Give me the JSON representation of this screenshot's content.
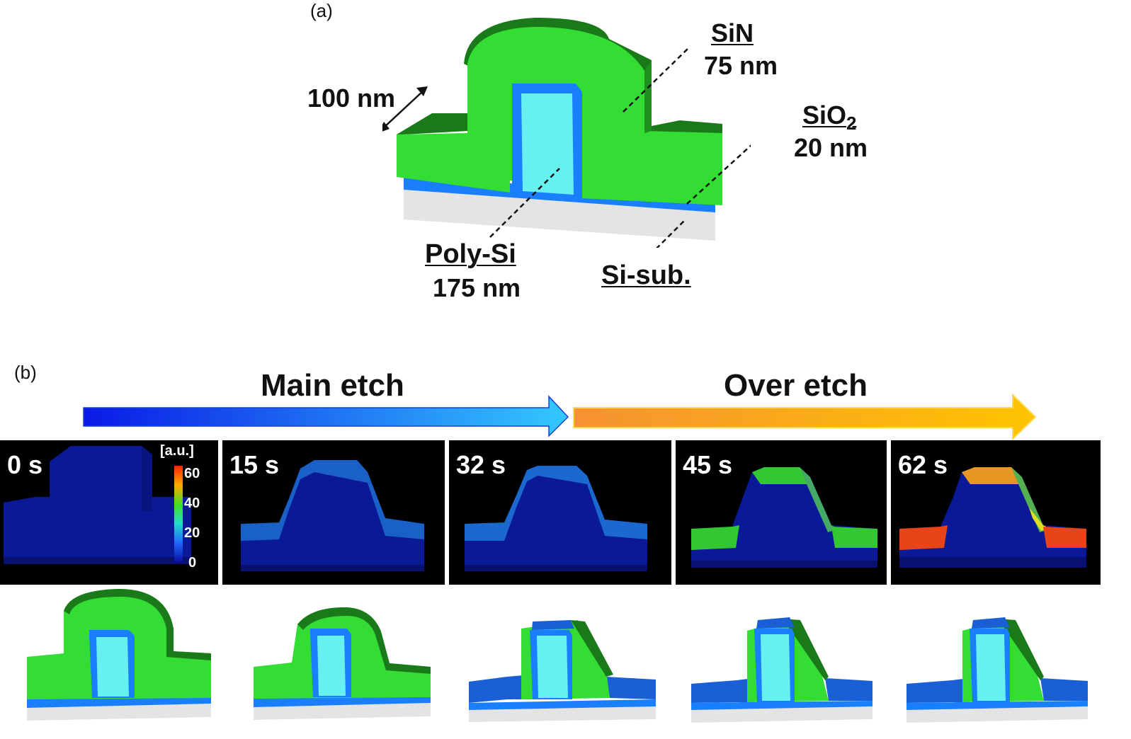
{
  "panel_a": {
    "letter": "(a)",
    "dimension": "100 nm",
    "layers": {
      "sin": {
        "name": "SiN",
        "thickness": "75 nm"
      },
      "sio2": {
        "name_main": "SiO",
        "name_sub": "2",
        "thickness": "20 nm"
      },
      "poly": {
        "name": "Poly-Si",
        "thickness": "175 nm"
      },
      "sub": {
        "name": "Si-sub."
      }
    }
  },
  "panel_b": {
    "letter": "(b)",
    "arrows": {
      "main": "Main etch",
      "over": "Over etch"
    },
    "colorbar": {
      "unit": "[a.u.]",
      "ticks": [
        "60",
        "40",
        "20",
        "0"
      ]
    },
    "frames": [
      {
        "time": "0 s"
      },
      {
        "time": "15 s"
      },
      {
        "time": "32 s"
      },
      {
        "time": "45 s"
      },
      {
        "time": "62 s"
      }
    ]
  },
  "colors": {
    "sin_front": "#33dd33",
    "sin_top": "#1a7a1a",
    "poly": "#66f0f0",
    "oxide": "#1a7fff",
    "substrate": "#e6e6e6",
    "sim_base": "#0a1a96",
    "main_arrow_start": "#0a1ae6",
    "main_arrow_end": "#33c8ff",
    "over_arrow_start": "#f59232",
    "over_arrow_end": "#ffc400"
  }
}
